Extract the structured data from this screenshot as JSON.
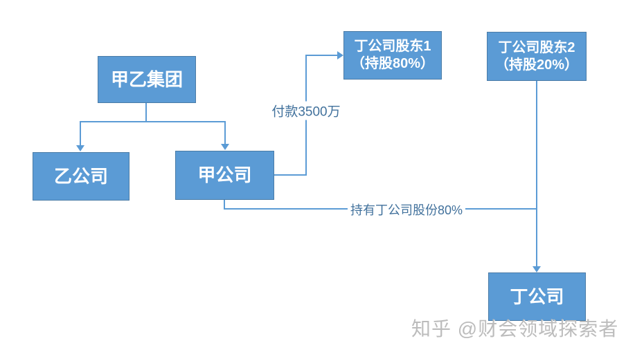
{
  "diagram": {
    "nodes": {
      "group": {
        "label": "甲乙集团"
      },
      "company_b": {
        "label": "乙公司"
      },
      "company_a": {
        "label": "甲公司"
      },
      "shareholder1": {
        "line1": "丁公司股东1",
        "line2": "（持股80%）"
      },
      "shareholder2": {
        "line1": "丁公司股东2",
        "line2": "（持股20%）"
      },
      "company_d": {
        "label": "丁公司"
      }
    },
    "edge_labels": {
      "payment": "付款3500万",
      "holding": "持有丁公司股份80%"
    },
    "colors": {
      "node_fill": "#5b9bd5",
      "node_border": "#4a7ba6",
      "node_text": "#ffffff",
      "connector": "#5b9bd5",
      "edge_label_text": "#41719c",
      "watermark_text": "#bcbcbc",
      "background": "#ffffff"
    }
  },
  "watermark": {
    "text": "知乎 @财会领域探索者"
  }
}
